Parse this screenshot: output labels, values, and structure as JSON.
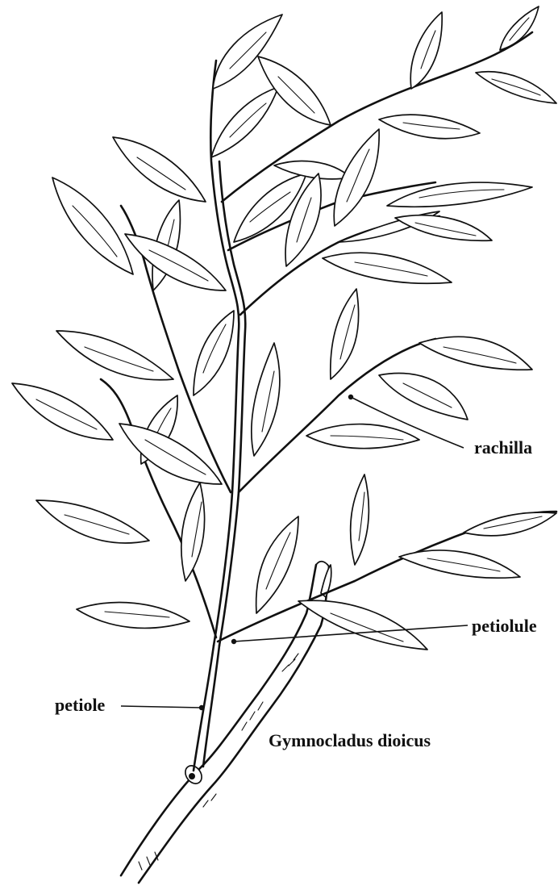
{
  "labels": {
    "rachilla": "rachilla",
    "petiolule": "petiolule",
    "petiole": "petiole",
    "species": "Gymnocladus dioicus"
  }
}
